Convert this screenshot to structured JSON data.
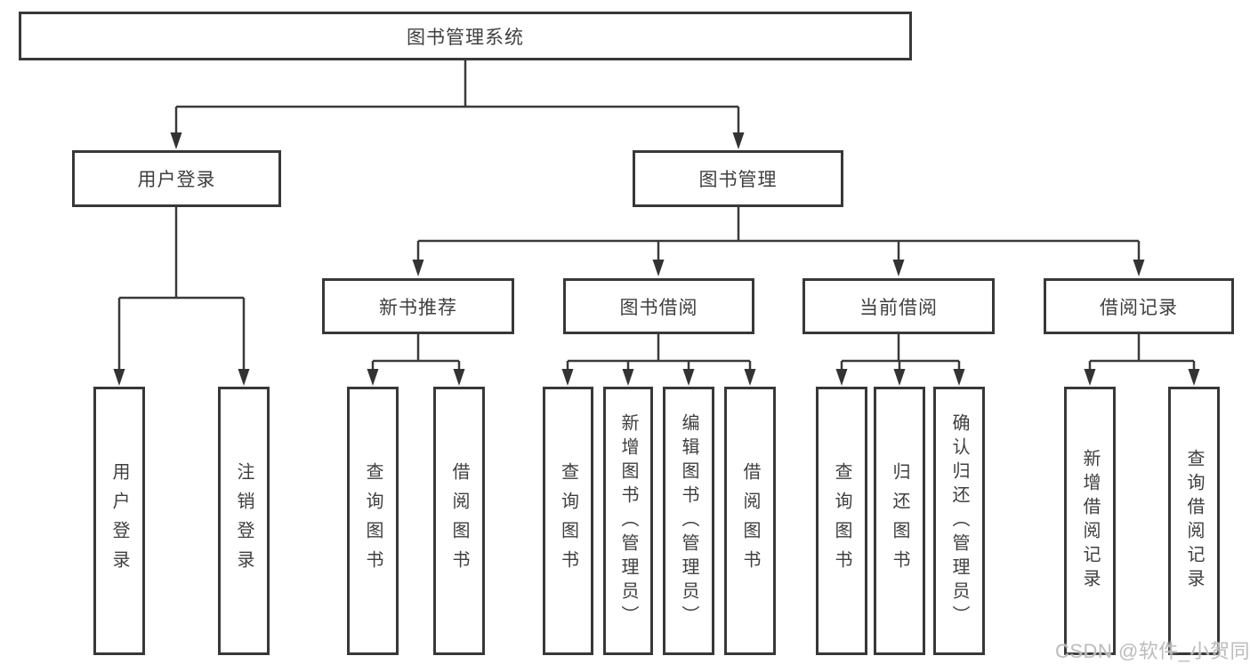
{
  "tree": {
    "root": {
      "label": "图书管理系统"
    },
    "branches": [
      {
        "label": "用户登录",
        "leaves": [
          {
            "label": "用户登录"
          },
          {
            "label": "注销登录"
          }
        ]
      },
      {
        "label": "图书管理",
        "groups": [
          {
            "label": "新书推荐",
            "leaves": [
              {
                "label": "查询图书"
              },
              {
                "label": "借阅图书"
              }
            ]
          },
          {
            "label": "图书借阅",
            "leaves": [
              {
                "label": "查询图书"
              },
              {
                "label": "新增图书（管理员）"
              },
              {
                "label": "编辑图书（管理员）"
              },
              {
                "label": "借阅图书"
              }
            ]
          },
          {
            "label": "当前借阅",
            "leaves": [
              {
                "label": "查询图书"
              },
              {
                "label": "归还图书"
              },
              {
                "label": "确认归还（管理员）"
              }
            ]
          },
          {
            "label": "借阅记录",
            "leaves": [
              {
                "label": "新增借阅记录"
              },
              {
                "label": "查询借阅记录"
              }
            ]
          }
        ]
      }
    ]
  },
  "watermark": {
    "text": "CSDN @软件_小贺同学"
  },
  "colors": {
    "line": "#3a3a3a",
    "border": "#383838",
    "text": "#3f3f3f",
    "watermark": "#b8b8b8",
    "background": "#ffffff"
  }
}
